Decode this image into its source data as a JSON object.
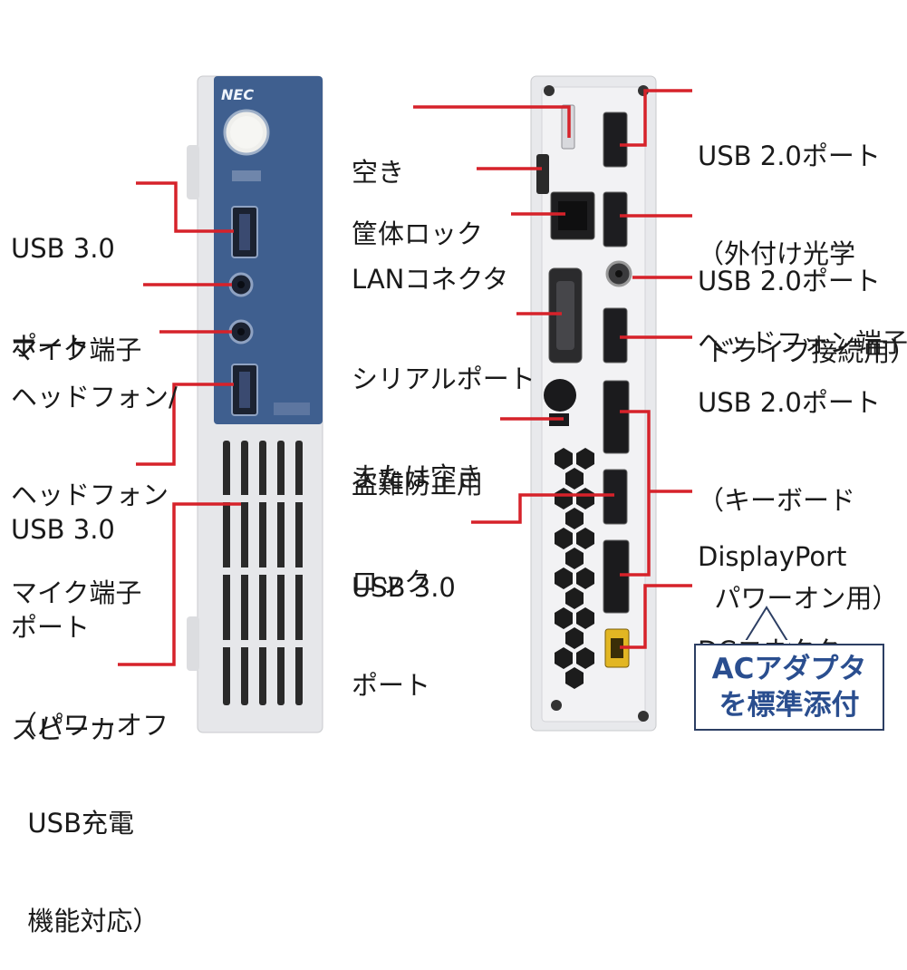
{
  "front_labels": {
    "usb30_top": [
      "USB 3.0",
      "ポート"
    ],
    "mic": [
      "マイク端子"
    ],
    "headphone": [
      "ヘッドフォン/",
      "ヘッドフォン",
      "マイク端子"
    ],
    "usb30_bottom": [
      "USB 3.0",
      "ポート",
      "（パワーオフ",
      "  USB充電",
      "  機能対応）"
    ],
    "speaker": [
      "スピーカ"
    ]
  },
  "rear_left_labels": {
    "empty": [
      "空き"
    ],
    "chassis_lock": [
      "筐体ロック"
    ],
    "lan": [
      "LANコネクタ"
    ],
    "serial": [
      "シリアルポート",
      "または空き"
    ],
    "antitheft": [
      "盗難防止用",
      "ロック"
    ],
    "usb30": [
      "USB 3.0",
      "ポート"
    ]
  },
  "rear_right_labels": {
    "usb20_optical": [
      "USB 2.0ポート",
      "（外付け光学",
      " ドライブ接続用）"
    ],
    "usb20": [
      "USB 2.0ポート"
    ],
    "headphone": [
      "ヘッドフォン端子"
    ],
    "usb20_keyboard": [
      "USB 2.0ポート",
      "（キーボード",
      "  パワーオン用）"
    ],
    "displayport": [
      "DisplayPort"
    ],
    "dc": [
      "DCコネクタ"
    ]
  },
  "device_text": {
    "brand": "NEC"
  },
  "callout": [
    "ACアダプタ",
    "を標準添付"
  ],
  "colors": {
    "leader": "#d6222a",
    "panel_blue": "#3f5f8f",
    "chassis": "#e6e7ea",
    "callout_border": "#2c3e63",
    "callout_text": "#2a4e8f"
  }
}
